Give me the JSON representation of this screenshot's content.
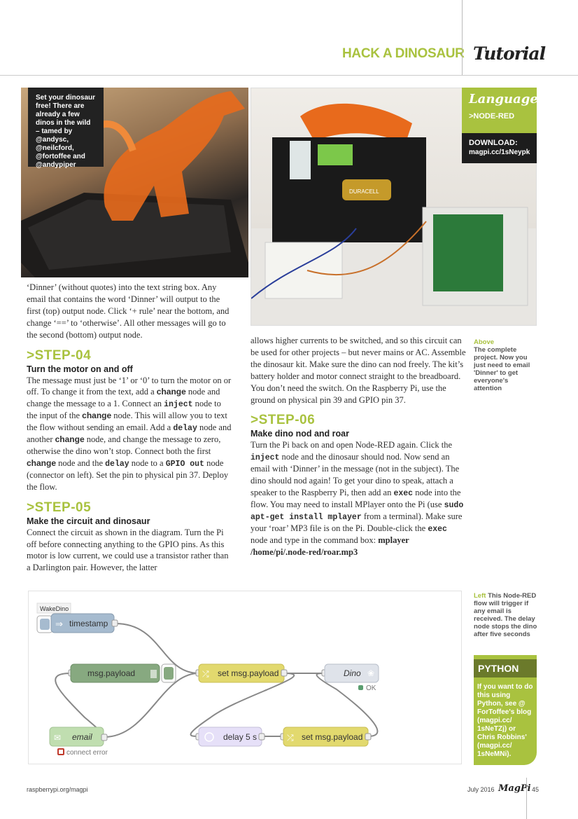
{
  "header": {
    "section": "HACK A DINOSAUR",
    "type": "Tutorial"
  },
  "photo_caption": "Set your dinosaur free! There are already a few dinos in the wild – tamed by @andysc, @neilcford, @fortoffee and @andypiper",
  "photo_label": "DURACELL",
  "sidebar": {
    "language_label": "Language",
    "language": ">NODE-RED",
    "download_label": "DOWNLOAD:",
    "download_url": "magpi.cc/1sNeypk"
  },
  "captions": {
    "above": {
      "key": "Above",
      "text": "The complete project. Now you just need to email 'Dinner' to get everyone's attention"
    },
    "left": {
      "key": "Left",
      "text": "This Node-RED flow will trigger if any email is received. The delay node stops the dino after five seconds"
    }
  },
  "col1": {
    "intro": [
      {
        "t": "‘Dinner’ (without quotes) into the text string box. Any email that contains the word ‘Dinner’ will output to the first (top) output node. Click ‘+ rule’ near the bottom, and change ‘==’ to ‘otherwise’. All other messages will go to the second (bottom) output node."
      }
    ],
    "step4": {
      "label": ">STEP-04",
      "title": "Turn the motor on and off",
      "body": [
        {
          "t": "The message must just be ‘1’ or ‘0’ to turn the motor on or off. To change it from the text, add a "
        },
        {
          "t": "change",
          "s": "bold"
        },
        {
          "t": " node and change the message to a 1. Connect an "
        },
        {
          "t": "inject",
          "s": "code"
        },
        {
          "t": " node to the input of the "
        },
        {
          "t": "change",
          "s": "bold"
        },
        {
          "t": " node. This will allow you to text the flow without sending an email. Add a "
        },
        {
          "t": "delay",
          "s": "code"
        },
        {
          "t": " node and another "
        },
        {
          "t": "change",
          "s": "bold"
        },
        {
          "t": " node, and change the message to zero, otherwise the dino won’t stop. Connect both the first "
        },
        {
          "t": "change",
          "s": "bold"
        },
        {
          "t": " node and the "
        },
        {
          "t": "delay",
          "s": "code"
        },
        {
          "t": " node to a "
        },
        {
          "t": "GPIO out",
          "s": "code"
        },
        {
          "t": " node (connector on left). Set the pin to physical pin 37. Deploy the flow."
        }
      ]
    },
    "step5": {
      "label": ">STEP-05",
      "title": "Make the circuit and dinosaur",
      "body": [
        {
          "t": "Connect the circuit as shown in the diagram. Turn the Pi off before connecting anything to the GPIO pins. As this motor is low current, we could use a transistor rather than a Darlington pair. However, the latter"
        }
      ]
    }
  },
  "col2": {
    "intro": [
      {
        "t": "allows higher currents to be switched, and so this circuit can be used for other projects – but never mains or AC. Assemble the dinosaur kit. Make sure the dino can nod freely. The kit’s battery holder and motor connect straight to the breadboard. You don’t need the switch. On the Raspberry Pi, use the ground on physical pin 39 and GPIO pin 37."
      }
    ],
    "step6": {
      "label": ">STEP-06",
      "title": "Make dino nod and roar",
      "body": [
        {
          "t": "Turn the Pi back on and open Node-RED again. Click the "
        },
        {
          "t": "inject",
          "s": "code"
        },
        {
          "t": " node and the dinosaur should nod. Now send an email with ‘Dinner’ in the message (not in the subject). The dino should nod again! To get your dino to speak, attach a speaker to the Raspberry Pi, then add an "
        },
        {
          "t": "exec",
          "s": "code"
        },
        {
          "t": " node into the flow. You may need to install MPlayer onto the Pi (use "
        },
        {
          "t": "sudo apt-get install mplayer",
          "s": "code"
        },
        {
          "t": " from a terminal). Make sure your ‘roar’ MP3 file is on the Pi. Double-click the "
        },
        {
          "t": "exec",
          "s": "code"
        },
        {
          "t": " node and type in the command box: "
        },
        {
          "t": "mplayer  /home/pi/.node-red/roar.mp3",
          "s": "serifbold"
        }
      ]
    }
  },
  "flow": {
    "tab": "WakeDino",
    "inject": "timestamp",
    "debug": "msg.payload",
    "email": "email",
    "email_status": "connect error",
    "change1": "set msg.payload",
    "gpio": "Dino",
    "gpio_status": "OK",
    "delay": "delay 5 s",
    "change2": "set msg.payload"
  },
  "python": {
    "title": "PYTHON",
    "body": [
      {
        "t": "If you want to do this using Python, see @ ForToffee's blog ("
      },
      {
        "t": "magpi.cc/ 1sNeTZj",
        "s": "strong"
      },
      {
        "t": ") or Chris Robbins' ("
      },
      {
        "t": "magpi.cc/ 1sNeMNi",
        "s": "strong"
      },
      {
        "t": ")."
      }
    ]
  },
  "footer": {
    "url": "raspberrypi.org/magpi",
    "date": "July 2016",
    "brand": "MagPi",
    "page": "45"
  },
  "colors": {
    "accent": "#a9c23f",
    "dark": "#1d1d1d"
  }
}
